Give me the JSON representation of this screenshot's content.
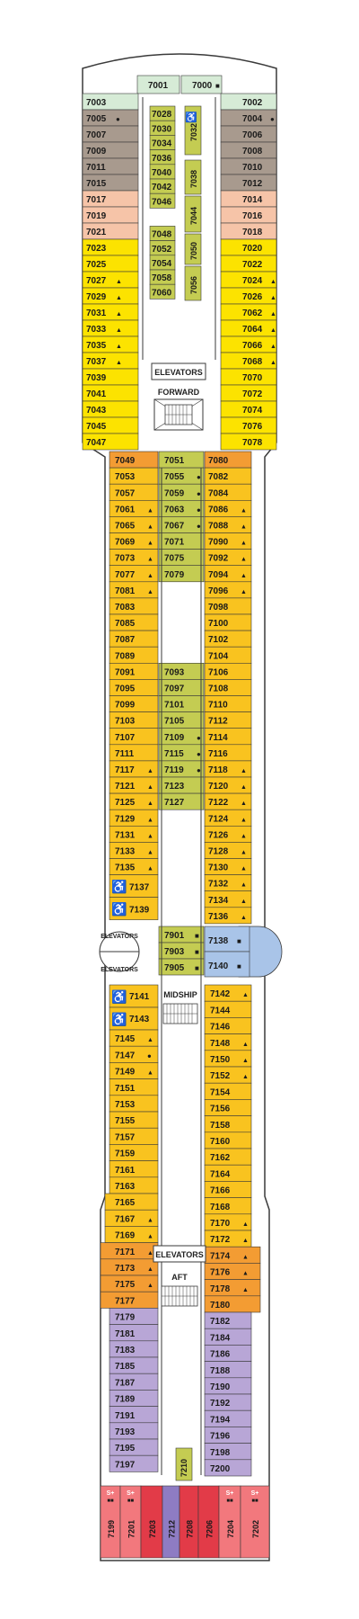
{
  "colors": {
    "mint": "#d6ebd6",
    "taupe": "#a89a8e",
    "salmon": "#f6c4a8",
    "yellow": "#fce300",
    "gold": "#f9c31f",
    "orange": "#f39c33",
    "olive": "#c4cc52",
    "lavender": "#b8a6d6",
    "pink": "#f2787d",
    "red": "#e23b48",
    "purple": "#8e7cc3",
    "blue": "#a9c4e8",
    "outline": "#3a3a3a"
  },
  "labels": {
    "elevators_forward": "ELEVATORS",
    "forward": "FORWARD",
    "elevators_mid_top": "ELEVATORS",
    "elevators_mid_bottom": "ELEVATORS",
    "midship": "MIDSHIP",
    "elevators_aft": "ELEVATORS",
    "aft": "AFT"
  },
  "bow": [
    {
      "num": "7001",
      "color": "mint",
      "sym": ""
    },
    {
      "num": "7000",
      "color": "mint",
      "sym": "■"
    }
  ],
  "fwd_left": [
    {
      "num": "7003",
      "color": "mint",
      "sym": ""
    },
    {
      "num": "7005",
      "color": "taupe",
      "sym": "●"
    },
    {
      "num": "7007",
      "color": "taupe",
      "sym": ""
    },
    {
      "num": "7009",
      "color": "taupe",
      "sym": ""
    },
    {
      "num": "7011",
      "color": "taupe",
      "sym": ""
    },
    {
      "num": "7015",
      "color": "taupe",
      "sym": ""
    },
    {
      "num": "7017",
      "color": "salmon",
      "sym": ""
    },
    {
      "num": "7019",
      "color": "salmon",
      "sym": ""
    },
    {
      "num": "7021",
      "color": "salmon",
      "sym": ""
    },
    {
      "num": "7023",
      "color": "yellow",
      "sym": ""
    },
    {
      "num": "7025",
      "color": "yellow",
      "sym": ""
    },
    {
      "num": "7027",
      "color": "yellow",
      "sym": "▲"
    },
    {
      "num": "7029",
      "color": "yellow",
      "sym": "▲"
    },
    {
      "num": "7031",
      "color": "yellow",
      "sym": "▲"
    },
    {
      "num": "7033",
      "color": "yellow",
      "sym": "▲"
    },
    {
      "num": "7035",
      "color": "yellow",
      "sym": "▲"
    },
    {
      "num": "7037",
      "color": "yellow",
      "sym": "▲"
    },
    {
      "num": "7039",
      "color": "yellow",
      "sym": ""
    },
    {
      "num": "7041",
      "color": "yellow",
      "sym": ""
    },
    {
      "num": "7043",
      "color": "yellow",
      "sym": ""
    },
    {
      "num": "7045",
      "color": "yellow",
      "sym": ""
    },
    {
      "num": "7047",
      "color": "yellow",
      "sym": ""
    }
  ],
  "fwd_right": [
    {
      "num": "7002",
      "color": "mint",
      "sym": ""
    },
    {
      "num": "7004",
      "color": "taupe",
      "sym": "●"
    },
    {
      "num": "7006",
      "color": "taupe",
      "sym": ""
    },
    {
      "num": "7008",
      "color": "taupe",
      "sym": ""
    },
    {
      "num": "7010",
      "color": "taupe",
      "sym": ""
    },
    {
      "num": "7012",
      "color": "taupe",
      "sym": ""
    },
    {
      "num": "7014",
      "color": "salmon",
      "sym": ""
    },
    {
      "num": "7016",
      "color": "salmon",
      "sym": ""
    },
    {
      "num": "7018",
      "color": "salmon",
      "sym": ""
    },
    {
      "num": "7020",
      "color": "yellow",
      "sym": ""
    },
    {
      "num": "7022",
      "color": "yellow",
      "sym": ""
    },
    {
      "num": "7024",
      "color": "yellow",
      "sym": "▲"
    },
    {
      "num": "7026",
      "color": "yellow",
      "sym": "▲"
    },
    {
      "num": "7062",
      "color": "yellow",
      "sym": "▲"
    },
    {
      "num": "7064",
      "color": "yellow",
      "sym": "▲"
    },
    {
      "num": "7066",
      "color": "yellow",
      "sym": "▲"
    },
    {
      "num": "7068",
      "color": "yellow",
      "sym": "▲"
    },
    {
      "num": "7070",
      "color": "yellow",
      "sym": ""
    },
    {
      "num": "7072",
      "color": "yellow",
      "sym": ""
    },
    {
      "num": "7074",
      "color": "yellow",
      "sym": ""
    },
    {
      "num": "7076",
      "color": "yellow",
      "sym": ""
    },
    {
      "num": "7078",
      "color": "yellow",
      "sym": ""
    }
  ],
  "fwd_center_left": [
    {
      "num": "7028"
    },
    {
      "num": "7030"
    },
    {
      "num": "7034"
    },
    {
      "num": "7036"
    },
    {
      "num": "7040"
    },
    {
      "num": "7042"
    },
    {
      "num": "7046"
    },
    {
      "num": "7048"
    },
    {
      "num": "7052"
    },
    {
      "num": "7054"
    },
    {
      "num": "7058"
    },
    {
      "num": "7060"
    }
  ],
  "fwd_center_right": [
    {
      "num": "7032",
      "access": true
    },
    {
      "num": "7038",
      "access": false
    },
    {
      "num": "7044",
      "access": false
    },
    {
      "num": "7050",
      "access": false
    },
    {
      "num": "7056",
      "access": false
    }
  ],
  "main_left": [
    {
      "num": "7049",
      "color": "orange",
      "sym": ""
    },
    {
      "num": "7053",
      "color": "gold",
      "sym": ""
    },
    {
      "num": "7057",
      "color": "gold",
      "sym": ""
    },
    {
      "num": "7061",
      "color": "gold",
      "sym": "▲"
    },
    {
      "num": "7065",
      "color": "gold",
      "sym": "▲"
    },
    {
      "num": "7069",
      "color": "gold",
      "sym": "▲"
    },
    {
      "num": "7073",
      "color": "gold",
      "sym": "▲"
    },
    {
      "num": "7077",
      "color": "gold",
      "sym": "▲"
    },
    {
      "num": "7081",
      "color": "gold",
      "sym": "▲"
    },
    {
      "num": "7083",
      "color": "gold",
      "sym": ""
    },
    {
      "num": "7085",
      "color": "gold",
      "sym": ""
    },
    {
      "num": "7087",
      "color": "gold",
      "sym": ""
    },
    {
      "num": "7089",
      "color": "gold",
      "sym": ""
    },
    {
      "num": "7091",
      "color": "gold",
      "sym": ""
    },
    {
      "num": "7095",
      "color": "gold",
      "sym": ""
    },
    {
      "num": "7099",
      "color": "gold",
      "sym": ""
    },
    {
      "num": "7103",
      "color": "gold",
      "sym": ""
    },
    {
      "num": "7107",
      "color": "gold",
      "sym": ""
    },
    {
      "num": "7111",
      "color": "gold",
      "sym": ""
    },
    {
      "num": "7117",
      "color": "gold",
      "sym": "▲"
    },
    {
      "num": "7121",
      "color": "gold",
      "sym": "▲"
    },
    {
      "num": "7125",
      "color": "gold",
      "sym": "▲"
    },
    {
      "num": "7129",
      "color": "gold",
      "sym": "▲"
    },
    {
      "num": "7131",
      "color": "gold",
      "sym": "▲"
    },
    {
      "num": "7133",
      "color": "gold",
      "sym": "▲"
    },
    {
      "num": "7135",
      "color": "gold",
      "sym": "▲"
    }
  ],
  "main_left_access": [
    {
      "num": "7137"
    },
    {
      "num": "7139"
    }
  ],
  "main_center": [
    {
      "num": "7051",
      "sym": ""
    },
    {
      "num": "7055",
      "sym": "●"
    },
    {
      "num": "7059",
      "sym": "●"
    },
    {
      "num": "7063",
      "sym": "●"
    },
    {
      "num": "7067",
      "sym": "●"
    },
    {
      "num": "7071",
      "sym": ""
    },
    {
      "num": "7075",
      "sym": ""
    },
    {
      "num": "7079",
      "sym": ""
    }
  ],
  "main_center2": [
    {
      "num": "7093",
      "sym": ""
    },
    {
      "num": "7097",
      "sym": ""
    },
    {
      "num": "7101",
      "sym": ""
    },
    {
      "num": "7105",
      "sym": ""
    },
    {
      "num": "7109",
      "sym": "●"
    },
    {
      "num": "7115",
      "sym": "●"
    },
    {
      "num": "7119",
      "sym": "●"
    },
    {
      "num": "7123",
      "sym": ""
    },
    {
      "num": "7127",
      "sym": ""
    }
  ],
  "main_right": [
    {
      "num": "7080",
      "color": "orange",
      "sym": ""
    },
    {
      "num": "7082",
      "color": "gold",
      "sym": ""
    },
    {
      "num": "7084",
      "color": "gold",
      "sym": ""
    },
    {
      "num": "7086",
      "color": "gold",
      "sym": "▲"
    },
    {
      "num": "7088",
      "color": "gold",
      "sym": "▲"
    },
    {
      "num": "7090",
      "color": "gold",
      "sym": "▲"
    },
    {
      "num": "7092",
      "color": "gold",
      "sym": "▲"
    },
    {
      "num": "7094",
      "color": "gold",
      "sym": "▲"
    },
    {
      "num": "7096",
      "color": "gold",
      "sym": "▲"
    },
    {
      "num": "7098",
      "color": "gold",
      "sym": ""
    },
    {
      "num": "7100",
      "color": "gold",
      "sym": ""
    },
    {
      "num": "7102",
      "color": "gold",
      "sym": ""
    },
    {
      "num": "7104",
      "color": "gold",
      "sym": ""
    },
    {
      "num": "7106",
      "color": "gold",
      "sym": ""
    },
    {
      "num": "7108",
      "color": "gold",
      "sym": ""
    },
    {
      "num": "7110",
      "color": "gold",
      "sym": ""
    },
    {
      "num": "7112",
      "color": "gold",
      "sym": ""
    },
    {
      "num": "7114",
      "color": "gold",
      "sym": ""
    },
    {
      "num": "7116",
      "color": "gold",
      "sym": ""
    },
    {
      "num": "7118",
      "color": "gold",
      "sym": "▲"
    },
    {
      "num": "7120",
      "color": "gold",
      "sym": "▲"
    },
    {
      "num": "7122",
      "color": "gold",
      "sym": "▲"
    },
    {
      "num": "7124",
      "color": "gold",
      "sym": "▲"
    },
    {
      "num": "7126",
      "color": "gold",
      "sym": "▲"
    },
    {
      "num": "7128",
      "color": "gold",
      "sym": "▲"
    },
    {
      "num": "7130",
      "color": "gold",
      "sym": "▲"
    },
    {
      "num": "7132",
      "color": "gold",
      "sym": "▲"
    },
    {
      "num": "7134",
      "color": "gold",
      "sym": "▲"
    },
    {
      "num": "7136",
      "color": "gold",
      "sym": "▲"
    }
  ],
  "suites_mid": [
    {
      "num": "7901",
      "sym": "■"
    },
    {
      "num": "7903",
      "sym": "■"
    },
    {
      "num": "7905",
      "sym": "■"
    }
  ],
  "mid_right": [
    {
      "num": "7138",
      "sym": "■"
    },
    {
      "num": "7140",
      "sym": "■"
    }
  ],
  "aft_left_access": [
    {
      "num": "7141"
    },
    {
      "num": "7143"
    }
  ],
  "aft_left": [
    {
      "num": "7145",
      "color": "gold",
      "sym": "▲"
    },
    {
      "num": "7147",
      "color": "gold",
      "sym": "●"
    },
    {
      "num": "7149",
      "color": "gold",
      "sym": "▲"
    },
    {
      "num": "7151",
      "color": "gold",
      "sym": ""
    },
    {
      "num": "7153",
      "color": "gold",
      "sym": ""
    },
    {
      "num": "7155",
      "color": "gold",
      "sym": ""
    },
    {
      "num": "7157",
      "color": "gold",
      "sym": ""
    },
    {
      "num": "7159",
      "color": "gold",
      "sym": ""
    },
    {
      "num": "7161",
      "color": "gold",
      "sym": ""
    },
    {
      "num": "7163",
      "color": "gold",
      "sym": ""
    },
    {
      "num": "7165",
      "color": "gold",
      "sym": ""
    },
    {
      "num": "7167",
      "color": "gold",
      "sym": "▲"
    },
    {
      "num": "7169",
      "color": "gold",
      "sym": "▲"
    },
    {
      "num": "7171",
      "color": "orange",
      "sym": "▲"
    },
    {
      "num": "7173",
      "color": "orange",
      "sym": "▲"
    },
    {
      "num": "7175",
      "color": "orange",
      "sym": "▲"
    },
    {
      "num": "7177",
      "color": "orange",
      "sym": ""
    },
    {
      "num": "7179",
      "color": "lavender",
      "sym": ""
    },
    {
      "num": "7181",
      "color": "lavender",
      "sym": ""
    },
    {
      "num": "7183",
      "color": "lavender",
      "sym": ""
    },
    {
      "num": "7185",
      "color": "lavender",
      "sym": ""
    },
    {
      "num": "7187",
      "color": "lavender",
      "sym": ""
    },
    {
      "num": "7189",
      "color": "lavender",
      "sym": ""
    },
    {
      "num": "7191",
      "color": "lavender",
      "sym": ""
    },
    {
      "num": "7193",
      "color": "lavender",
      "sym": ""
    },
    {
      "num": "7195",
      "color": "lavender",
      "sym": ""
    },
    {
      "num": "7197",
      "color": "lavender",
      "sym": ""
    }
  ],
  "aft_right": [
    {
      "num": "7142",
      "color": "gold",
      "sym": "▲"
    },
    {
      "num": "7144",
      "color": "gold",
      "sym": ""
    },
    {
      "num": "7146",
      "color": "gold",
      "sym": ""
    },
    {
      "num": "7148",
      "color": "gold",
      "sym": "▲"
    },
    {
      "num": "7150",
      "color": "gold",
      "sym": "▲"
    },
    {
      "num": "7152",
      "color": "gold",
      "sym": "▲"
    },
    {
      "num": "7154",
      "color": "gold",
      "sym": ""
    },
    {
      "num": "7156",
      "color": "gold",
      "sym": ""
    },
    {
      "num": "7158",
      "color": "gold",
      "sym": ""
    },
    {
      "num": "7160",
      "color": "gold",
      "sym": ""
    },
    {
      "num": "7162",
      "color": "gold",
      "sym": ""
    },
    {
      "num": "7164",
      "color": "gold",
      "sym": ""
    },
    {
      "num": "7166",
      "color": "gold",
      "sym": ""
    },
    {
      "num": "7168",
      "color": "gold",
      "sym": ""
    },
    {
      "num": "7170",
      "color": "gold",
      "sym": "▲"
    },
    {
      "num": "7172",
      "color": "gold",
      "sym": "▲"
    },
    {
      "num": "7174",
      "color": "orange",
      "sym": "▲"
    },
    {
      "num": "7176",
      "color": "orange",
      "sym": "▲"
    },
    {
      "num": "7178",
      "color": "orange",
      "sym": "▲"
    },
    {
      "num": "7180",
      "color": "orange",
      "sym": ""
    },
    {
      "num": "7182",
      "color": "lavender",
      "sym": ""
    },
    {
      "num": "7184",
      "color": "lavender",
      "sym": ""
    },
    {
      "num": "7186",
      "color": "lavender",
      "sym": ""
    },
    {
      "num": "7188",
      "color": "lavender",
      "sym": ""
    },
    {
      "num": "7190",
      "color": "lavender",
      "sym": ""
    },
    {
      "num": "7192",
      "color": "lavender",
      "sym": ""
    },
    {
      "num": "7194",
      "color": "lavender",
      "sym": ""
    },
    {
      "num": "7196",
      "color": "lavender",
      "sym": ""
    },
    {
      "num": "7198",
      "color": "lavender",
      "sym": ""
    },
    {
      "num": "7200",
      "color": "lavender",
      "sym": ""
    }
  ],
  "stern": [
    {
      "num": "7199",
      "color": "pink",
      "tag": "S+"
    },
    {
      "num": "7201",
      "color": "pink",
      "tag": "S+"
    },
    {
      "num": "7203",
      "color": "red",
      "tag": ""
    },
    {
      "num": "7212",
      "color": "purple",
      "tag": ""
    },
    {
      "num": "7208",
      "color": "red",
      "tag": ""
    },
    {
      "num": "7206",
      "color": "red",
      "tag": ""
    },
    {
      "num": "7204",
      "color": "pink",
      "tag": "S+"
    },
    {
      "num": "7202",
      "color": "pink",
      "tag": "S+"
    }
  ],
  "aft_center": [
    {
      "num": "7210"
    }
  ]
}
